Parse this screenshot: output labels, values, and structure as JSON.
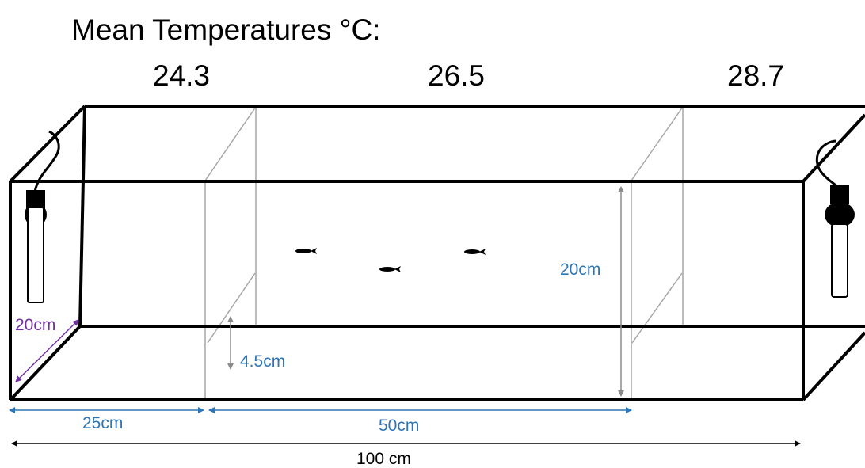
{
  "title": "Mean Temperatures °C:",
  "temperatures": [
    "24.3",
    "26.5",
    "28.7"
  ],
  "dimensions": {
    "depth": "20cm",
    "divider_gap": "4.5cm",
    "height": "20cm",
    "left_section": "25cm",
    "middle_section": "50cm",
    "total_length": "100 cm"
  },
  "colors": {
    "blue": "#2e75b6",
    "purple": "#7030a0",
    "divider_gray": "#a6a6a6"
  },
  "icons": [
    "heater-icon",
    "fish-icon"
  ]
}
